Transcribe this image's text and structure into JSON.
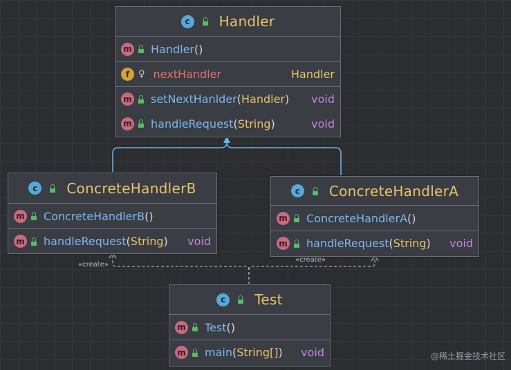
{
  "classes": {
    "handler": {
      "name": "Handler",
      "members": [
        {
          "name": "Handler",
          "params": "",
          "ret": ""
        },
        {
          "name": "nextHandler",
          "type": "Handler"
        },
        {
          "name": "setNextHanlder",
          "params": "Handler",
          "ret": "void"
        },
        {
          "name": "handleRequest",
          "params": "String",
          "ret": "void"
        }
      ]
    },
    "concrete_b": {
      "name": "ConcreteHandlerB",
      "members": [
        {
          "name": "ConcreteHandlerB",
          "params": "",
          "ret": ""
        },
        {
          "name": "handleRequest",
          "params": "String",
          "ret": "void"
        }
      ]
    },
    "concrete_a": {
      "name": "ConcreteHandlerA",
      "members": [
        {
          "name": "ConcreteHandlerA",
          "params": "",
          "ret": ""
        },
        {
          "name": "handleRequest",
          "params": "String",
          "ret": "void"
        }
      ]
    },
    "test": {
      "name": "Test",
      "members": [
        {
          "name": "Test",
          "params": "",
          "ret": ""
        },
        {
          "name": "main",
          "params": "String[]",
          "ret": "void"
        }
      ]
    }
  },
  "icons": {
    "class": "c",
    "method": "m",
    "field": "f"
  },
  "syntax": {
    "open": "(",
    "close": ")"
  },
  "stereotypes": {
    "create_b": "«create»",
    "create_a": "«create»"
  },
  "watermark": "@稀土掘金技术社区",
  "colors": {
    "background": "#2b2d31",
    "class_title": "#e9c46a",
    "method_name": "#7fb6f0",
    "field_name": "#e5706a",
    "return_type": "#c685e0",
    "inherit_line": "#6fb3e6",
    "create_line": "#a9acb3"
  }
}
